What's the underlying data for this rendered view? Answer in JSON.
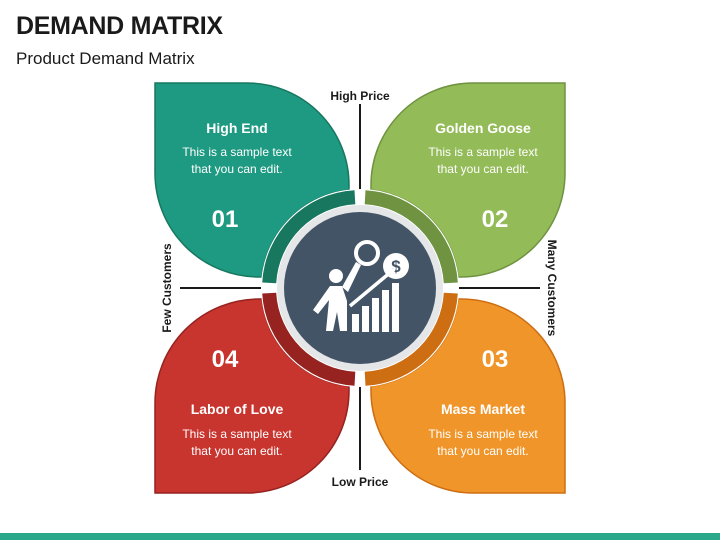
{
  "header": {
    "title": "DEMAND MATRIX",
    "subtitle": "Product Demand Matrix"
  },
  "axes": {
    "top": "High Price",
    "bottom": "Low Price",
    "left": "Few Customers",
    "right": "Many Customers"
  },
  "quadrants": [
    {
      "number": "01",
      "title": "High End",
      "text_line1": "This is a sample text",
      "text_line2": "that you can edit.",
      "color": "#1f9a82",
      "arc_color": "#17785f"
    },
    {
      "number": "02",
      "title": "Golden Goose",
      "text_line1": "This is a sample text",
      "text_line2": "that you can edit.",
      "color": "#93bb58",
      "arc_color": "#6f9340"
    },
    {
      "number": "03",
      "title": "Mass Market",
      "text_line1": "This is a sample text",
      "text_line2": "that you can edit.",
      "color": "#f0952a",
      "arc_color": "#cd6e12"
    },
    {
      "number": "04",
      "title": "Labor of Love",
      "text_line1": "This is a sample text",
      "text_line2": "that you can edit.",
      "color": "#c8342e",
      "arc_color": "#962320"
    }
  ],
  "center": {
    "icon": "business-growth-icon",
    "color": "#425466"
  },
  "colors": {
    "accent_bar": "#2aa88a",
    "text_dark": "#1a1a1a"
  }
}
